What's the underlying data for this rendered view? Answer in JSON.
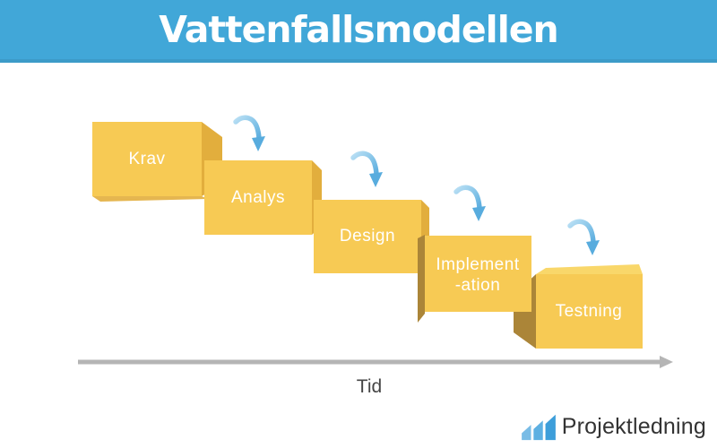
{
  "header": {
    "title": "Vattenfallsmodellen"
  },
  "diagram": {
    "stages": [
      {
        "label": "Krav"
      },
      {
        "label": "Analys"
      },
      {
        "label": "Design"
      },
      {
        "label": "Implement",
        "label_line2": "-ation"
      },
      {
        "label": "Testning"
      }
    ],
    "timeline_label": "Tid"
  },
  "footer": {
    "brand": "Projektledning"
  },
  "icons": {
    "flow_arrow": "curved-down-arrow",
    "logo": "ascending-bars"
  },
  "colors": {
    "header_bg": "#41a7d8",
    "box_front": "#f7ca54",
    "box_side": "#e2ae3d",
    "box_side_dark": "#ab8538",
    "box_top": "#f9d76a",
    "arrow_blue": "#58acde",
    "timeline_gray": "#b5b5b5",
    "logo_text": "#333333",
    "logo_blue_1": "#79bce6",
    "logo_blue_2": "#5db0e2",
    "logo_blue_3": "#3d9eda"
  }
}
